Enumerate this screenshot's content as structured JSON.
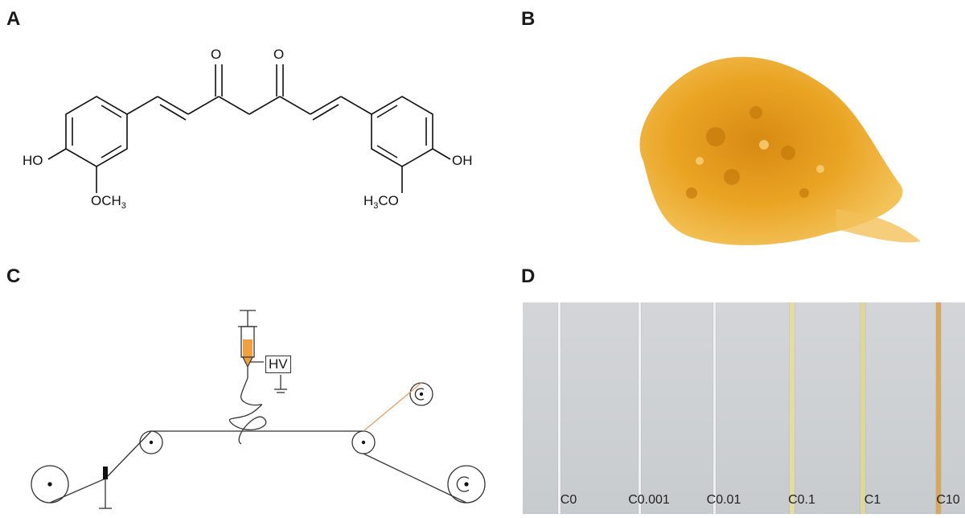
{
  "panels": {
    "a": {
      "letter": "A"
    },
    "b": {
      "letter": "B"
    },
    "c": {
      "letter": "C"
    },
    "d": {
      "letter": "D"
    }
  },
  "structure": {
    "ho_left": "HO",
    "och3_base": "OCH",
    "och3_sub": "3",
    "oh_right": "OH",
    "h3co_h": "H",
    "h3co_sub": "3",
    "h3co_rest": "CO",
    "carbonyl_o1": "O",
    "carbonyl_o2": "O"
  },
  "apparatus": {
    "hv_label": "HV"
  },
  "fibers": {
    "labels": [
      "C0",
      "C0.001",
      "C0.01",
      "C0.1",
      "C1",
      "C10"
    ],
    "colors": [
      "#f2f3f4",
      "#f0f1f2",
      "#eeeff0",
      "#e4dca0",
      "#ddd79a",
      "#d9a860"
    ]
  },
  "colors": {
    "powder": "#e8a21c",
    "powder_dark": "#c9820f",
    "solution": "#f0a040"
  }
}
